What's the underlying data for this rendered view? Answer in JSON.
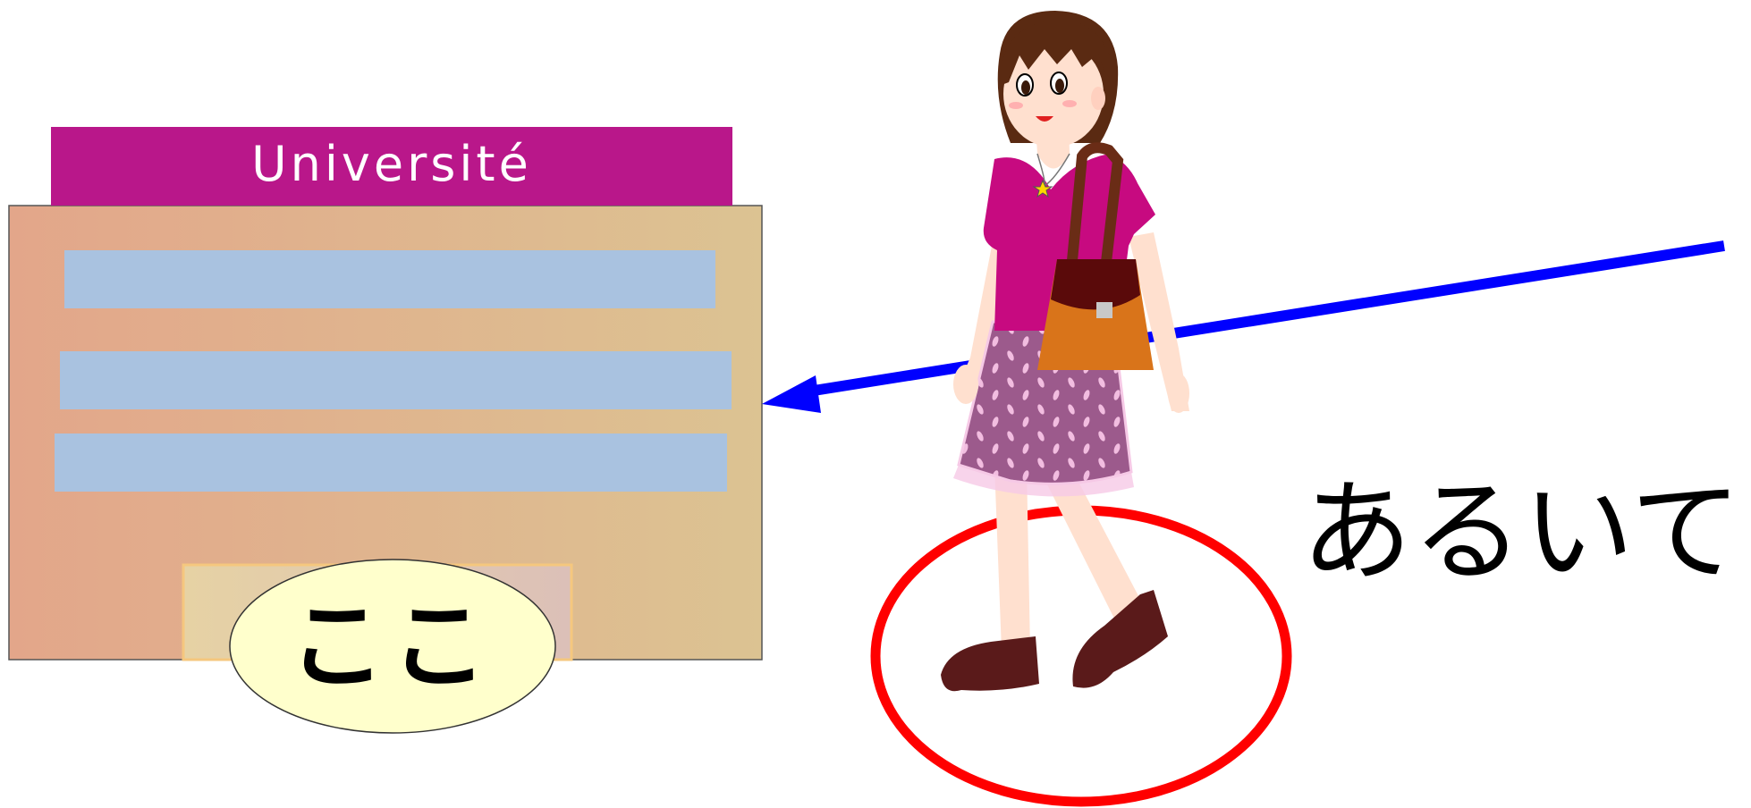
{
  "building": {
    "sign_label": "Université",
    "entrance_label": "ここ",
    "colors": {
      "sign": "#b9178a",
      "wall_left": "#e3a68a",
      "wall_right": "#dcc392",
      "window": "#a9c2e0",
      "entrance_bubble": "#ffffcc"
    }
  },
  "walker": {
    "colors": {
      "hair": "#5a2a12",
      "skin": "#ffe0cf",
      "shirt": "#c70a80",
      "skirt": "#9c5a8c",
      "bag": "#d9741a",
      "shoes": "#5a1a1a"
    }
  },
  "path_arrow": {
    "color": "#0000ff"
  },
  "feet_circle": {
    "color": "#ff0000"
  },
  "caption": {
    "text": "あるいて"
  }
}
